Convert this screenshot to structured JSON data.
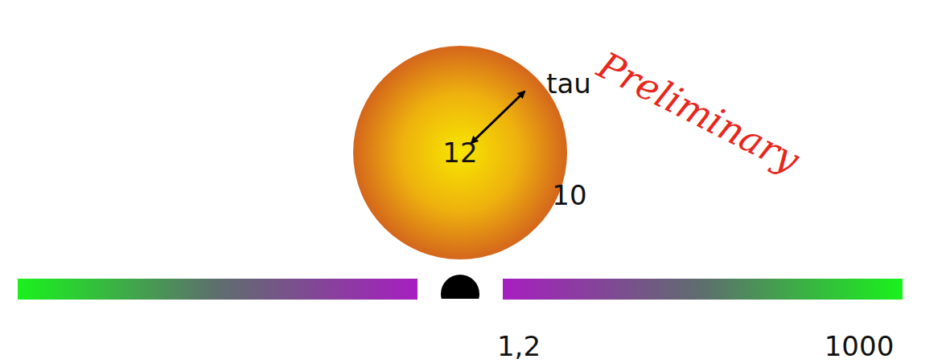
{
  "diagram": {
    "nodes": [
      {
        "text": [
          "12"
        ]
      }
    ],
    "labels": [
      "tau",
      "10",
      "1,2",
      "1000",
      "Preliminary"
    ]
  }
}
